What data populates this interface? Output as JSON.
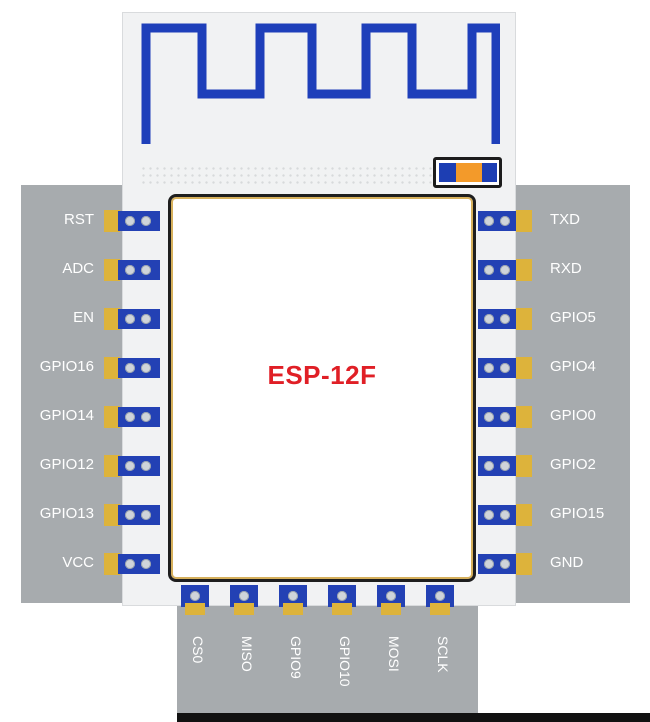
{
  "module": {
    "title": "ESP-12F"
  },
  "pins": {
    "left": [
      "RST",
      "ADC",
      "EN",
      "GPIO16",
      "GPIO14",
      "GPIO12",
      "GPIO13",
      "VCC"
    ],
    "right": [
      "TXD",
      "RXD",
      "GPIO5",
      "GPIO4",
      "GPIO0",
      "GPIO2",
      "GPIO15",
      "GND"
    ],
    "bottom": [
      "CS0",
      "MISO",
      "GPIO9",
      "GPIO10",
      "MOSI",
      "SCLK"
    ]
  },
  "colors": {
    "antenna": "#1e3fba",
    "pad_blue": "#2341b4",
    "pad_gold": "#ddb33b",
    "title": "#e01f26",
    "label_band": "#a7abae",
    "led": "#f39a2a"
  }
}
